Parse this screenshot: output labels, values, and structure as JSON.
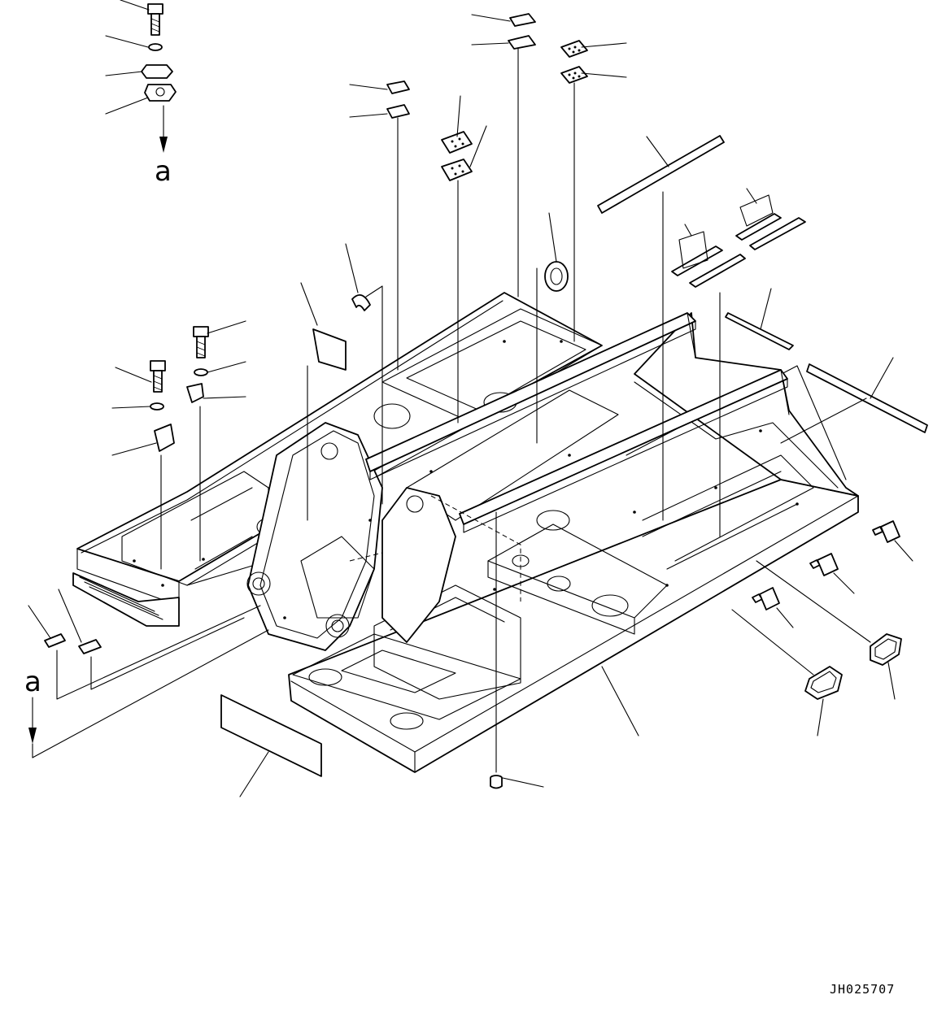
{
  "diagram": {
    "drawing_code": "JH025707",
    "view_refs": {
      "upper_left": "a",
      "lower_left": "a"
    }
  }
}
